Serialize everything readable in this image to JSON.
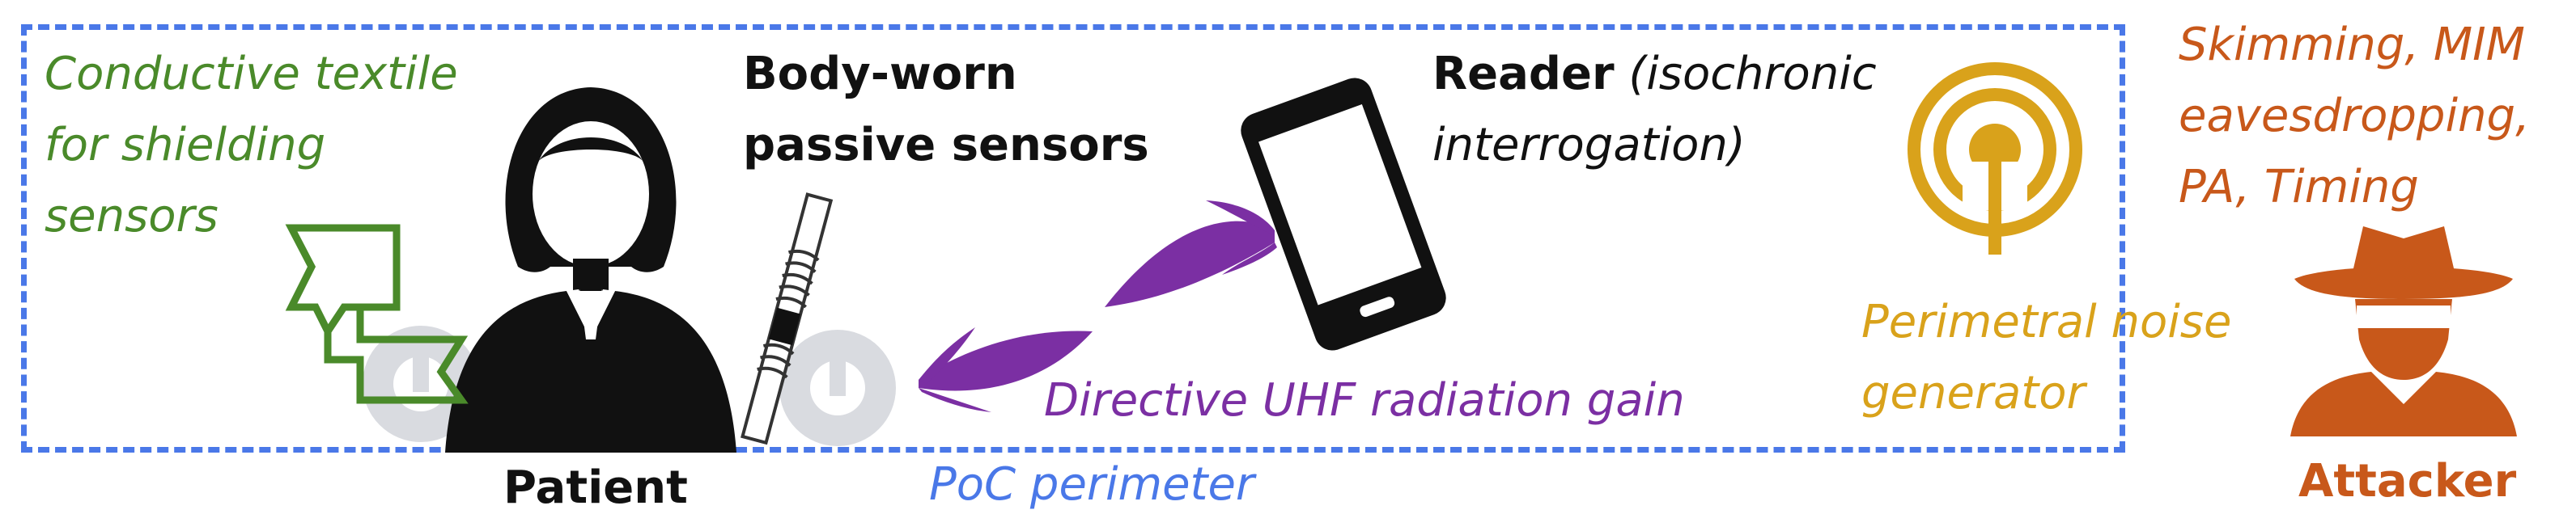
{
  "labels": {
    "shielding_line1": "Conductive textile",
    "shielding_line2": "for shielding",
    "shielding_line3": "sensors",
    "sensors_line1": "Body-worn",
    "sensors_line2": "passive sensors",
    "reader_bold": "Reader",
    "reader_italic": "(isochronic",
    "reader_line2": "interrogation)",
    "noise_line1": "Perimetral noise",
    "noise_line2": "generator",
    "attacks_line1": "Skimming, MIM",
    "attacks_line2": "eavesdropping,",
    "attacks_line3": "PA, Timing",
    "radiation": "Directive UHF radiation gain",
    "patient": "Patient",
    "perimeter": "PoC perimeter",
    "attacker": "Attacker"
  },
  "colors": {
    "green": "#4a8a2a",
    "black": "#111111",
    "purple": "#7b2fa3",
    "blue": "#4a78e8",
    "gold": "#d9a21b",
    "orange": "#c8581a",
    "gray": "#d9dbe0"
  },
  "icons": [
    "patient-icon",
    "shield-flag-icon",
    "sensor-tag-icon",
    "smartphone-icon",
    "radiation-beam-icon",
    "antenna-icon",
    "attacker-icon"
  ]
}
